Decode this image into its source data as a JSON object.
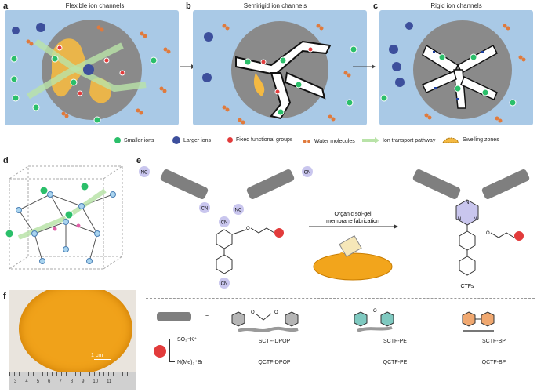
{
  "panels": {
    "a": {
      "letter": "a",
      "title": "Flexible ion channels"
    },
    "b": {
      "letter": "b",
      "title": "Semirigid ion channels"
    },
    "c": {
      "letter": "c",
      "title": "Rigid ion channels"
    },
    "d": {
      "letter": "d"
    },
    "e": {
      "letter": "e"
    },
    "f": {
      "letter": "f"
    }
  },
  "legend": {
    "smaller_ions": "Smaller ions",
    "larger_ions": "Larger ions",
    "fixed_groups": "Fixed functional groups",
    "water": "Water molecules",
    "pathway": "Ion transport pathway",
    "swelling": "Swelling zones"
  },
  "colors": {
    "panel_bg": "#a9c9e6",
    "disk": "#8a8a8a",
    "small_ion": "#2bbf6a",
    "large_ion": "#3d4f9c",
    "functional": "#e23b3b",
    "water": "#e07a3c",
    "pathway": "#b9e3a8",
    "swelling": "#f4b942",
    "membrane": "#f2a51c",
    "rod": "#7f7f7f",
    "cn_circle": "#c9c6ee",
    "ruler": "#d9d9d9"
  },
  "scheme": {
    "cn": "CN",
    "nc": "NC",
    "arrow_top": "Organic sol-gel",
    "arrow_bottom": "membrane fabrication",
    "product": "CTFs",
    "triazine_n": "N",
    "equals": "="
  },
  "monomers": [
    {
      "name_s": "SCTF-DPOP",
      "name_q": "QCTF-DPOP",
      "ring": "#b5b5b5"
    },
    {
      "name_s": "SCTF-PE",
      "name_q": "QCTF-PE",
      "ring": "#7fc9c0"
    },
    {
      "name_s": "SCTF-BP",
      "name_q": "QCTF-BP",
      "ring": "#f0a870"
    }
  ],
  "groups": {
    "sulfonate": "SO₃⁻K⁺",
    "ammonium": "N(Me)₃⁺Br⁻",
    "o": "O"
  },
  "photo": {
    "scale": "1 cm",
    "ruler_numbers": [
      "3",
      "4",
      "5",
      "6",
      "7",
      "8",
      "9",
      "10",
      "11"
    ]
  }
}
